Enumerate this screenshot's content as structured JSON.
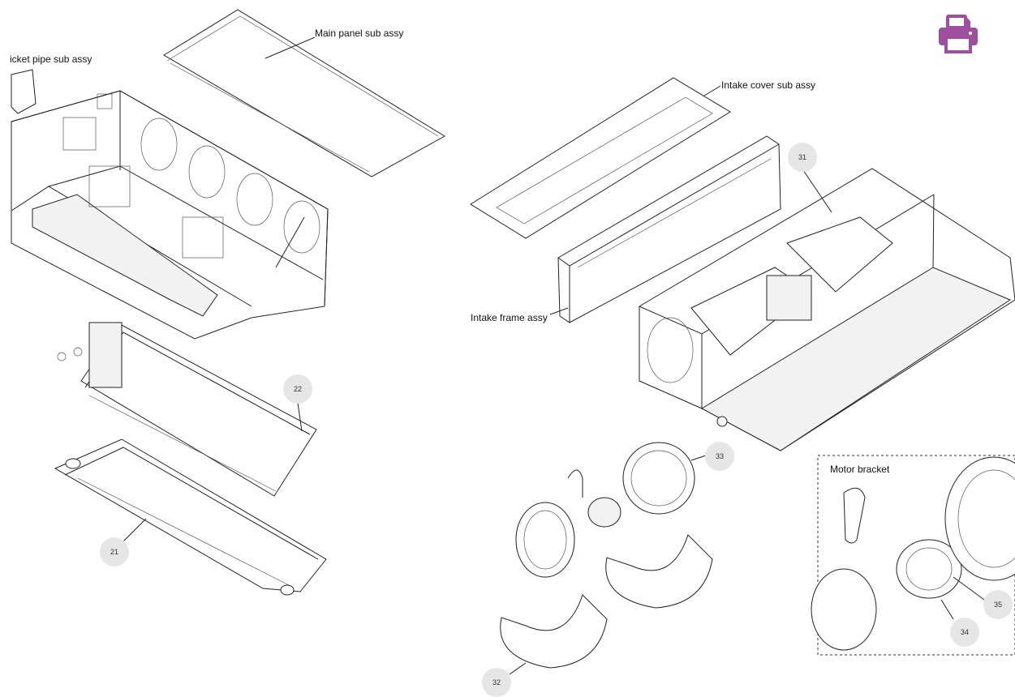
{
  "labels": {
    "main_panel": "Main panel sub assy",
    "bracket_pipe": "icket pipe sub assy",
    "intake_cover": "Intake cover sub assy",
    "intake_frame": "Intake frame assy",
    "motor_bracket": "Motor bracket"
  },
  "callouts": {
    "c21": "21",
    "c22": "22",
    "c31": "31",
    "c32": "32",
    "c33": "33",
    "c34": "34",
    "c35": "35"
  },
  "print_icon": "print-icon",
  "colors": {
    "print_icon": "#9b4f9d",
    "callout_bg": "#e6e6e6",
    "line": "#222222"
  }
}
